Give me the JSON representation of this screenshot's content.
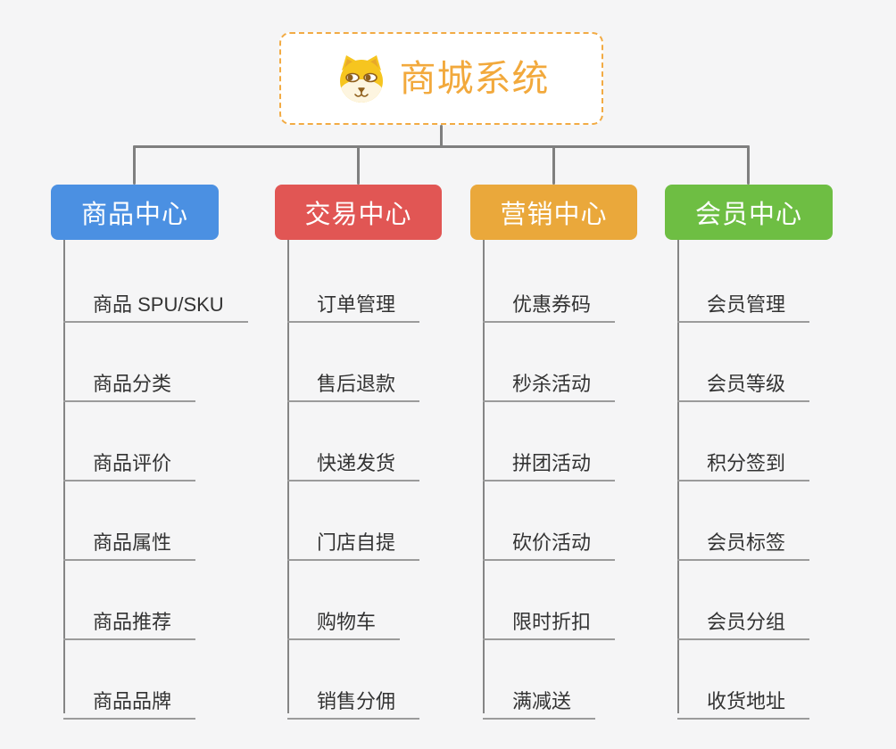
{
  "root": {
    "title": "商城系统",
    "icon": "dog-face-icon",
    "accent_color": "#f2a93c",
    "border_color": "#f2ab44",
    "background": "#ffffff"
  },
  "colors": {
    "canvas_background": "#f5f5f6",
    "connector": "#7f7f7f",
    "leaf_line": "#9b9b9b",
    "leaf_text": "#333333",
    "branch_text": "#ffffff"
  },
  "branches": [
    {
      "label": "商品中心",
      "color": "#4b90e2",
      "children": [
        "商品 SPU/SKU",
        "商品分类",
        "商品评价",
        "商品属性",
        "商品推荐",
        "商品品牌"
      ]
    },
    {
      "label": "交易中心",
      "color": "#e15654",
      "children": [
        "订单管理",
        "售后退款",
        "快递发货",
        "门店自提",
        "购物车",
        "销售分佣"
      ]
    },
    {
      "label": "营销中心",
      "color": "#eaa83b",
      "children": [
        "优惠券码",
        "秒杀活动",
        "拼团活动",
        "砍价活动",
        "限时折扣",
        "满减送"
      ]
    },
    {
      "label": "会员中心",
      "color": "#6ebe43",
      "children": [
        "会员管理",
        "会员等级",
        "积分签到",
        "会员标签",
        "会员分组",
        "收货地址"
      ]
    }
  ]
}
